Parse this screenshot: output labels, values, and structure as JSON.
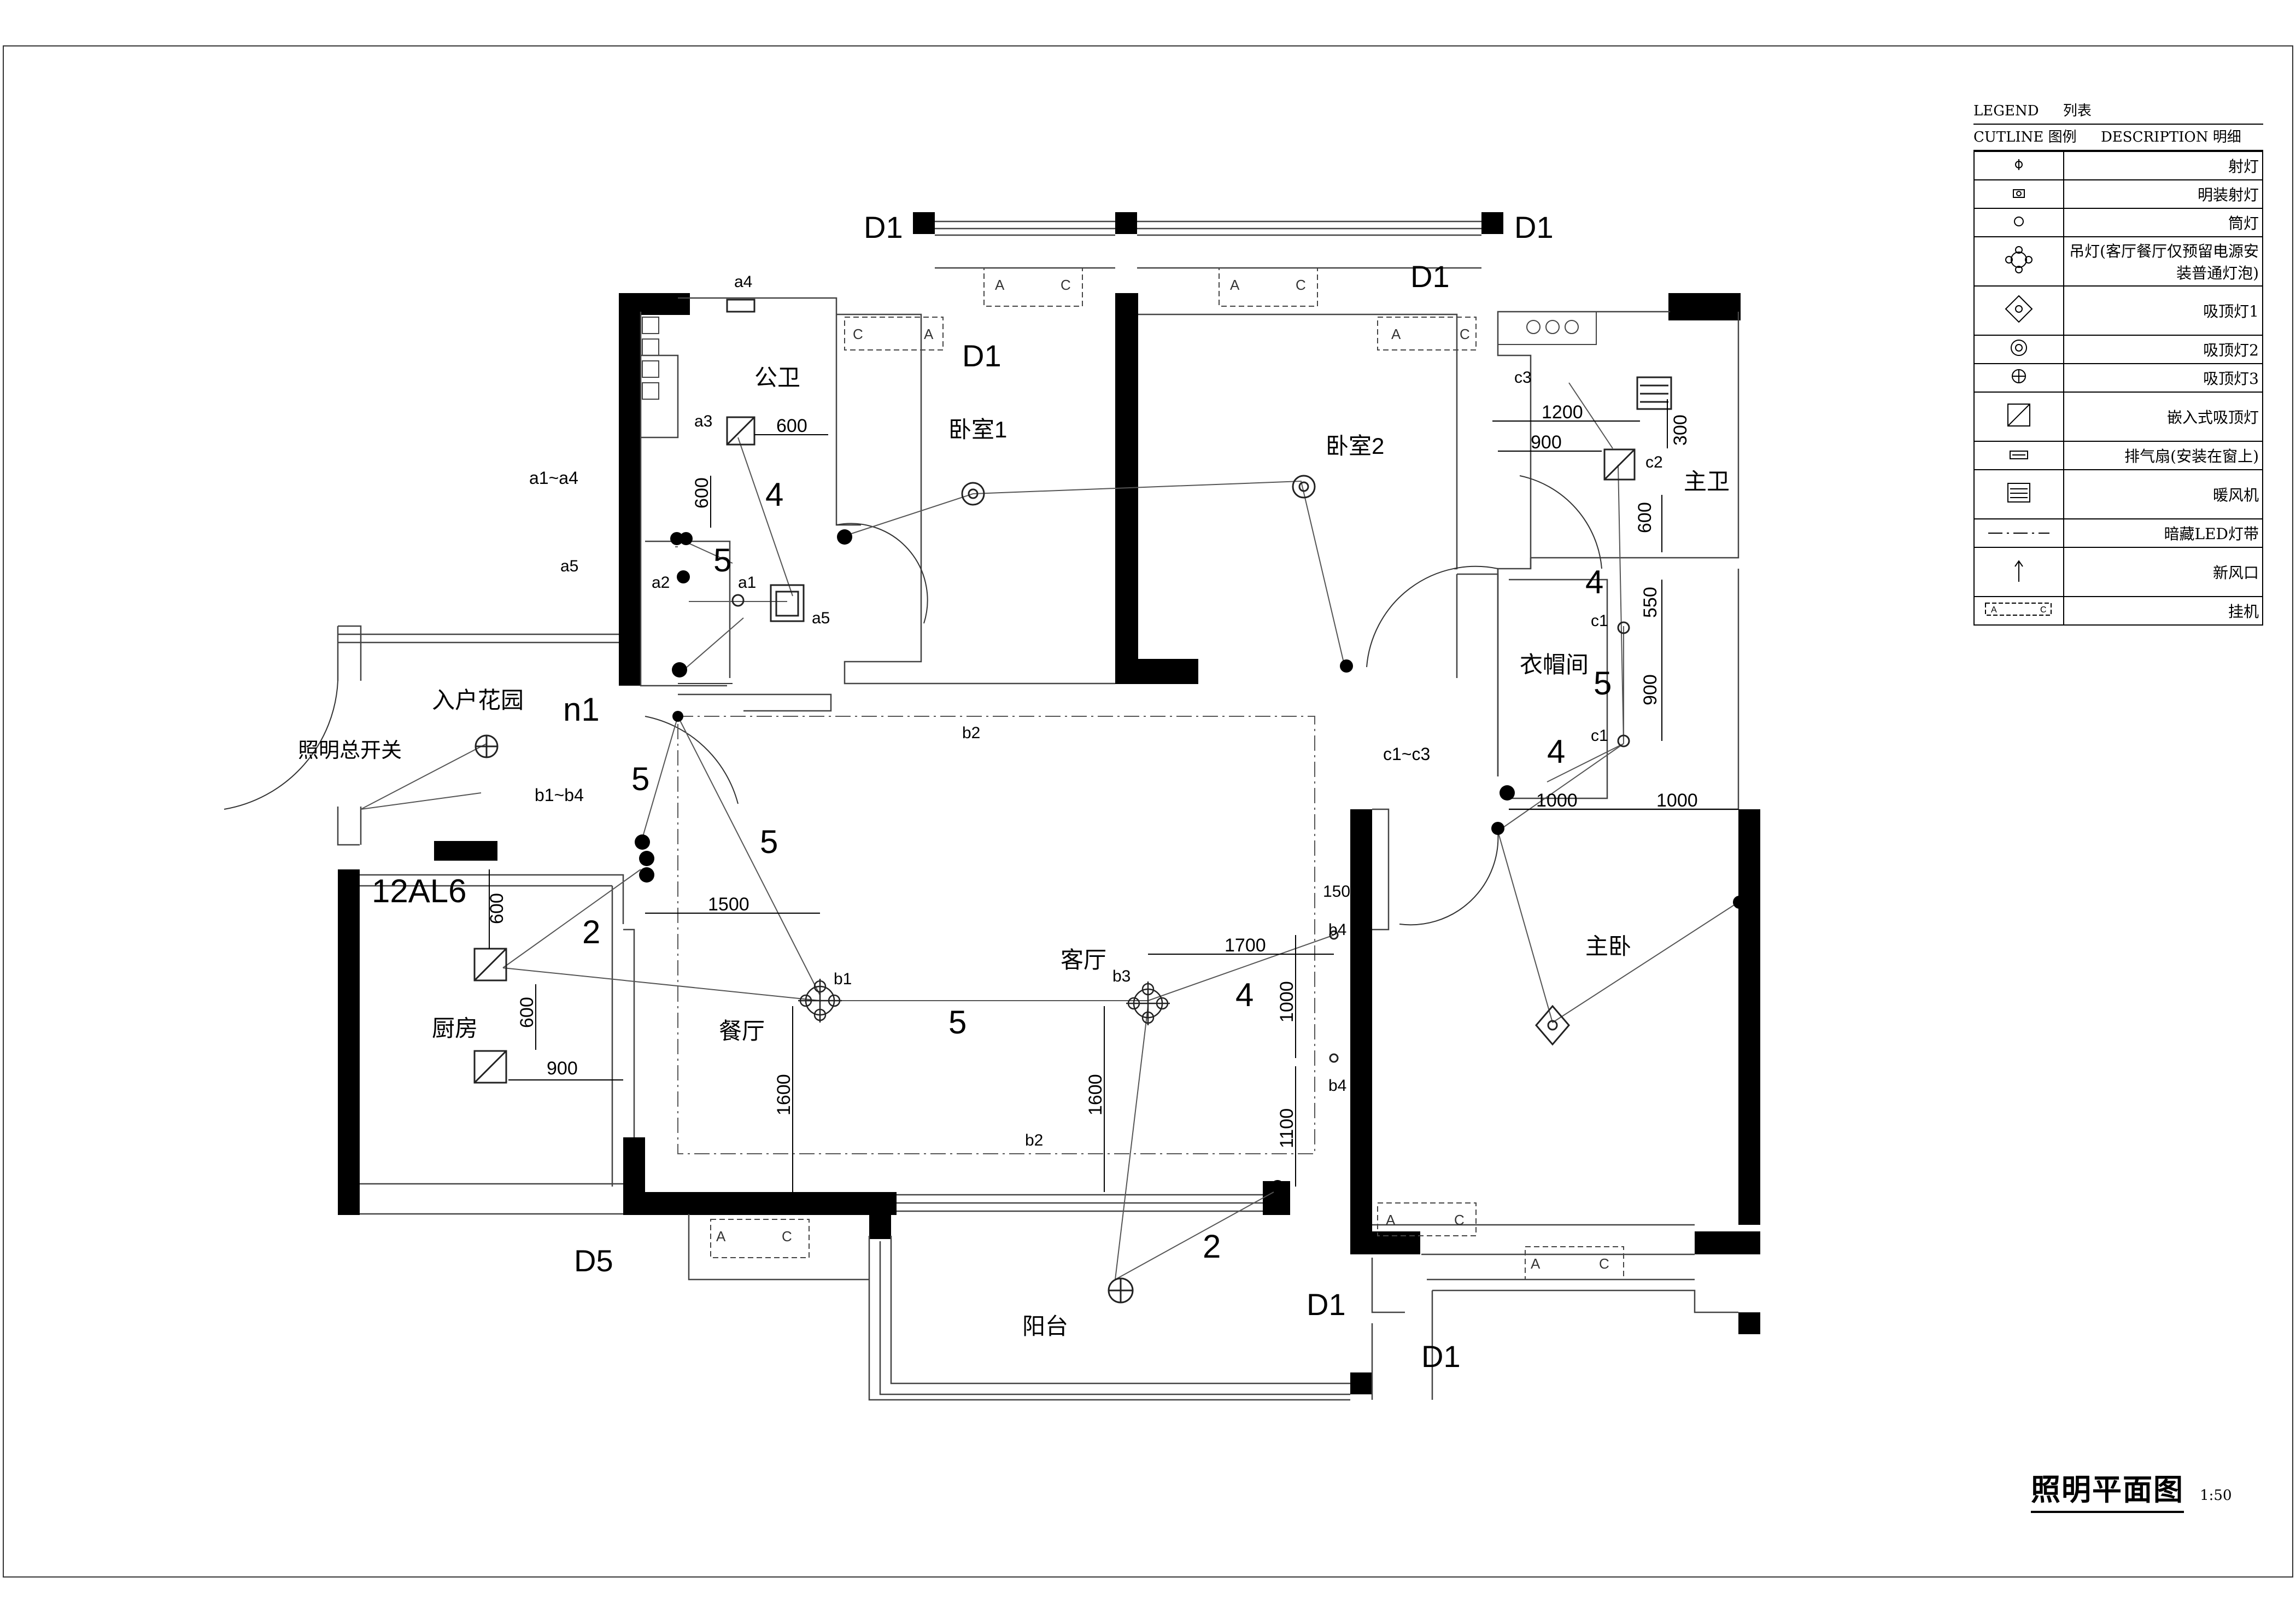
{
  "legend": {
    "title_en": "LEGEND",
    "title_cn": "列表",
    "cutline": "CUTLINE 图例",
    "description": "DESCRIPTION 明细",
    "items": [
      {
        "icon": "spotlight-icon",
        "label": "射灯"
      },
      {
        "icon": "surface-spotlight-icon",
        "label": "明装射灯"
      },
      {
        "icon": "downlight-icon",
        "label": "筒灯"
      },
      {
        "icon": "pendant-lamp-icon",
        "label": "吊灯(客厅餐厅仅预留电源安装普通灯泡)"
      },
      {
        "icon": "ceiling-lamp-1-icon",
        "label": "吸顶灯1"
      },
      {
        "icon": "ceiling-lamp-2-icon",
        "label": "吸顶灯2"
      },
      {
        "icon": "ceiling-lamp-3-icon",
        "label": "吸顶灯3"
      },
      {
        "icon": "recessed-ceiling-lamp-icon",
        "label": "嵌入式吸顶灯"
      },
      {
        "icon": "exhaust-fan-icon",
        "label": "排气扇(安装在窗上)"
      },
      {
        "icon": "bath-heater-icon",
        "label": "暖风机"
      },
      {
        "icon": "led-strip-icon",
        "label": "暗藏LED灯带"
      },
      {
        "icon": "fresh-air-icon",
        "label": "新风口"
      },
      {
        "icon": "ac-unit-icon",
        "label": "挂机"
      }
    ]
  },
  "rooms": {
    "public_bath": "公卫",
    "bedroom1": "卧室1",
    "bedroom2": "卧室2",
    "master_bath": "主卫",
    "closet": "衣帽间",
    "entry_garden": "入户花园",
    "living": "客厅",
    "dining": "餐厅",
    "kitchen": "厨房",
    "master_bedroom": "主卧",
    "balcony": "阳台"
  },
  "annotations": {
    "main_switch": "照明总开关",
    "panel": "12AL6",
    "entry": "n1",
    "group_a": "a1~a4",
    "group_b": "b1~b4",
    "group_c": "c1~c3",
    "a1": "a1",
    "a2": "a2",
    "a3": "a3",
    "a4": "a4",
    "a5": "a5",
    "b1": "b1",
    "b2": "b2",
    "b3": "b3",
    "b4": "b4",
    "c1": "c1",
    "c2": "c2",
    "c3": "c3",
    "d1": "D1",
    "d5": "D5",
    "ac_a": "A",
    "ac_c": "C",
    "wire_2": "2",
    "wire_4": "4",
    "wire_5": "5"
  },
  "dimensions": {
    "d600": "600",
    "d900": "900",
    "d1000": "1000",
    "d1100": "1100",
    "d1200": "1200",
    "d1500": "1500",
    "d1600": "1600",
    "d1700": "1700",
    "d300": "300",
    "d550": "550",
    "d150": "150"
  },
  "title": {
    "main": "照明平面图",
    "scale": "1:50"
  }
}
